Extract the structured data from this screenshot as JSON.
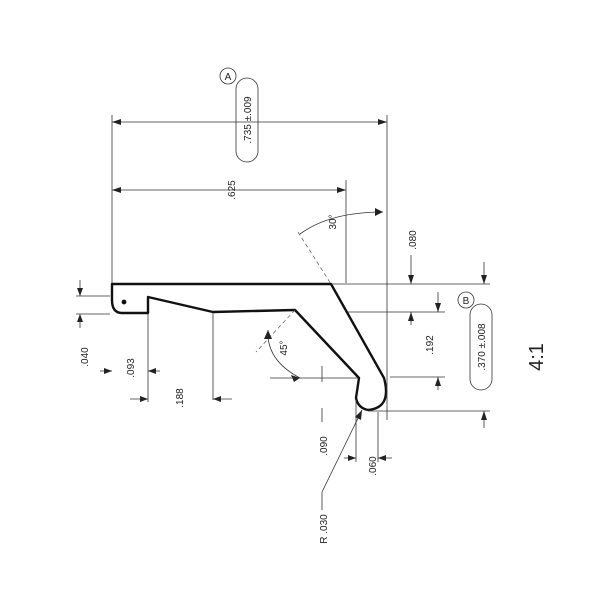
{
  "dimensions": {
    "overall_length": ".735 ±.009",
    "length_to_angle": ".625",
    "top_offset": ".080",
    "middle_height": ".192",
    "lower_height": ".370 ±.008",
    "tip_height": ".060",
    "tip_width": ".090",
    "tip_radius": "R .030",
    "flange_thickness": ".040",
    "notch_depth": ".093",
    "step_length": ".188"
  },
  "angles": {
    "upper_angle": "30°",
    "lower_angle": "45°"
  },
  "datums": {
    "datum_a": "A",
    "datum_b": "B"
  },
  "scale_note": "4:1"
}
